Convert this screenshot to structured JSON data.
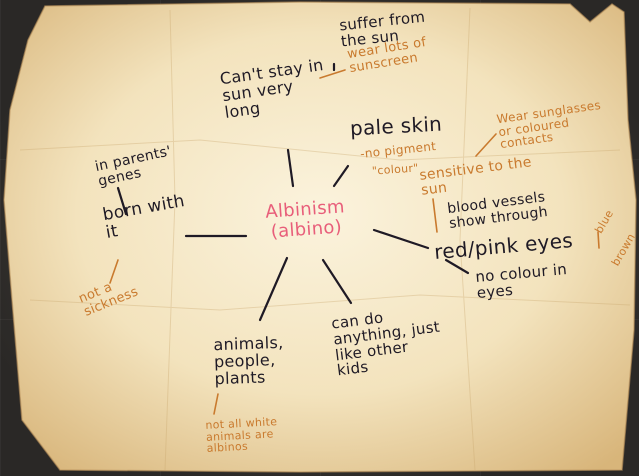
{
  "center": {
    "line1": "Albinism",
    "line2": "(albino)"
  },
  "notes": {
    "suffer_sun": "suffer from\nthe sun",
    "cant_stay": "Can't stay in\nsun very\nlong",
    "wear_sunscreen": "wear lots of\nsunscreen",
    "pale_skin": "pale skin",
    "no_pigment": "-no pigment",
    "colour": "\"colour\"",
    "wear_sunglasses": "Wear sunglasses\nor coloured\ncontacts",
    "sensitive_sun": "sensitive to the\nsun",
    "blood_vessels": "blood vessels\nshow through",
    "red_pink_eyes": "red/pink eyes",
    "blue": "blue",
    "brown": "brown",
    "no_colour_eyes": "no colour in\neyes",
    "parents_genes": "in parents'\ngenes",
    "born_with_it": "born with\nit",
    "not_sickness": "not a\nsickness",
    "can_do": "can do\nanything, just\nlike other\nkids",
    "animals_people": "animals,\npeople,\nplants",
    "not_all_white": "not all white\nanimals are\nalbinos"
  }
}
